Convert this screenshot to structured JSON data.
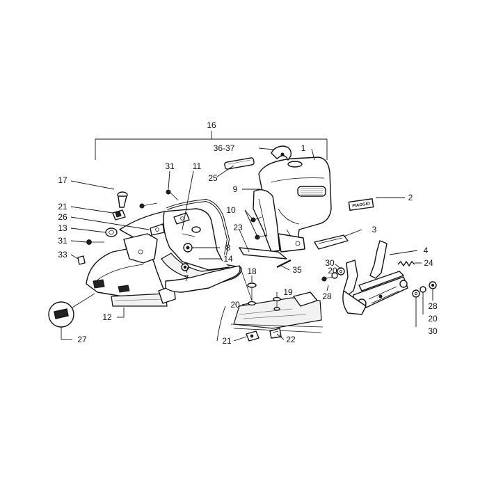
{
  "callouts": {
    "c16": "16",
    "c36_37": "36-37",
    "c1": "1",
    "c25": "25",
    "c9": "9",
    "c2": "2",
    "c10": "10",
    "c23": "23",
    "c3": "3",
    "c31a": "31",
    "c11": "11",
    "c17": "17",
    "c21a": "21",
    "c26": "26",
    "c13": "13",
    "c31b": "31",
    "c33": "33",
    "c8": "8",
    "c7": "7",
    "c14": "14",
    "c35": "35",
    "c30a": "30",
    "c20a": "20",
    "c28a": "28",
    "c4": "4",
    "c24": "24",
    "c18": "18",
    "c19": "19",
    "c20b": "20",
    "c12": "12",
    "c27": "27",
    "c21b": "21",
    "c22": "22",
    "c28b": "28",
    "c20c": "20",
    "c30b": "30"
  },
  "badge_text": "PIAGGIO"
}
